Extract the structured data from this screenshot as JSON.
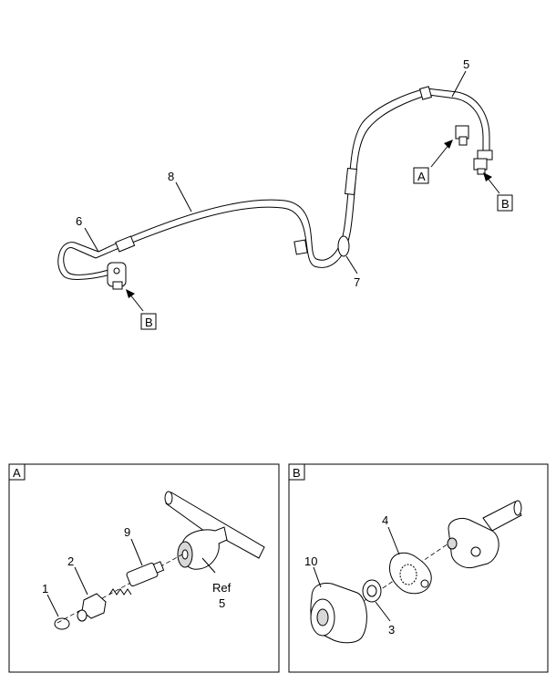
{
  "callouts": {
    "n1": "1",
    "n2": "2",
    "n3": "3",
    "n4": "4",
    "n5": "5",
    "n6": "6",
    "n7": "7",
    "n8": "8",
    "n9": "9",
    "n10": "10",
    "ref": "Ref",
    "ref_num": "5"
  },
  "view_refs": {
    "a_main": "A",
    "b_right": "B",
    "b_left": "B"
  },
  "panels": {
    "a_label": "A",
    "b_label": "B"
  },
  "colors": {
    "line": "#000000",
    "fill": "#ffffff",
    "shade": "#d8d8d8"
  }
}
